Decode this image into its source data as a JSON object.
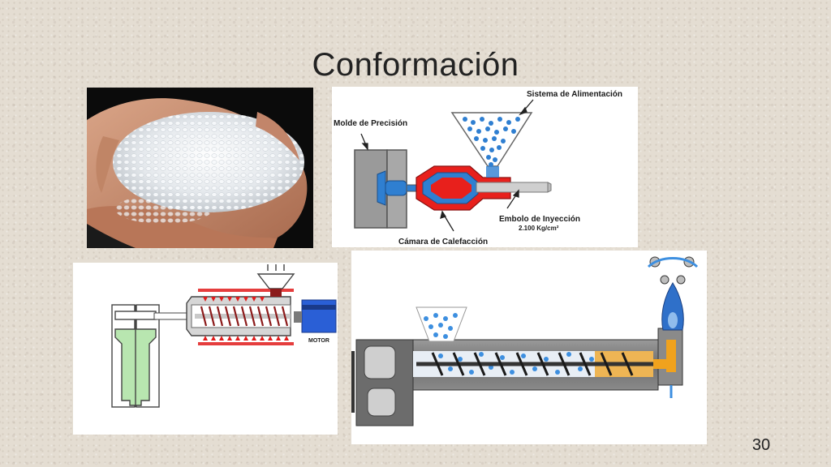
{
  "slide": {
    "title": "Conformación",
    "page_number": "30"
  },
  "injection_diagram": {
    "labels": {
      "feed_system": "Sistema de Alimentación",
      "mold": "Molde de Precisión",
      "plunger": "Embolo de Inyección",
      "pressure": "2.100 Kg/cm²",
      "heating_chamber": "Cámara de Calefacción"
    },
    "colors": {
      "heating": "#e8201c",
      "plastic": "#2f7fd1",
      "mold": "#9a9a9a"
    }
  },
  "bottle_mold": {
    "motor_label": "MOTOR",
    "colors": {
      "mold_fill": "#b8e6b0",
      "heater_arrows": "#e01b1b",
      "screw": "#8b1a1a",
      "motor": "#2a5fd6"
    }
  },
  "screw_extruder": {
    "colors": {
      "barrel": "#7d7d7d",
      "melt": "#f0a21d",
      "pellets": "#3d8fe0"
    }
  }
}
